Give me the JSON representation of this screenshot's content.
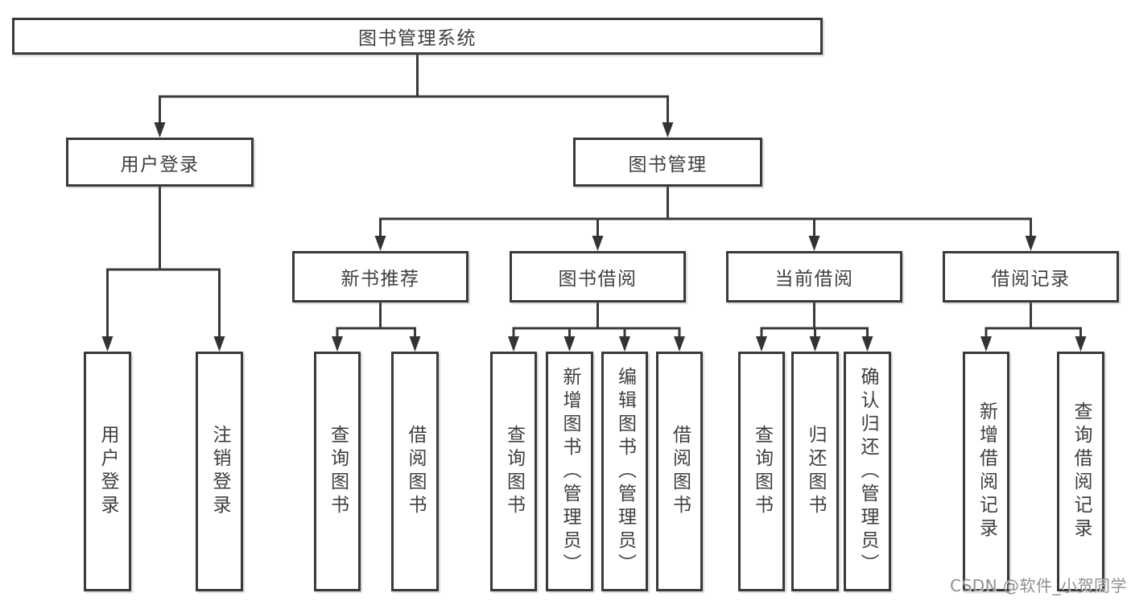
{
  "tree": {
    "root": {
      "label": "图书管理系统"
    },
    "login": {
      "label": "用户登录",
      "children": [
        {
          "label": "用户登录"
        },
        {
          "label": "注销登录"
        }
      ]
    },
    "mgmt": {
      "label": "图书管理"
    },
    "recommend": {
      "label": "新书推荐",
      "children": [
        {
          "label": "查询图书"
        },
        {
          "label": "借阅图书"
        }
      ]
    },
    "borrow": {
      "label": "图书借阅",
      "children": [
        {
          "label": "查询图书"
        },
        {
          "label": "新增图书（管理员）"
        },
        {
          "label": "编辑图书（管理员）"
        },
        {
          "label": "借阅图书"
        }
      ]
    },
    "current": {
      "label": "当前借阅",
      "children": [
        {
          "label": "查询图书"
        },
        {
          "label": "归还图书"
        },
        {
          "label": "确认归还（管理员）"
        }
      ]
    },
    "records": {
      "label": "借阅记录",
      "children": [
        {
          "label": "新增借阅记录"
        },
        {
          "label": "查询借阅记录"
        }
      ]
    }
  },
  "watermark": "CSDN @软件_小贺同学",
  "colors": {
    "line": "#3a3a3a",
    "arrow": "#333333",
    "text": "#3f3f3f",
    "watermark": "#8f8f8f",
    "background": "#ffffff"
  }
}
